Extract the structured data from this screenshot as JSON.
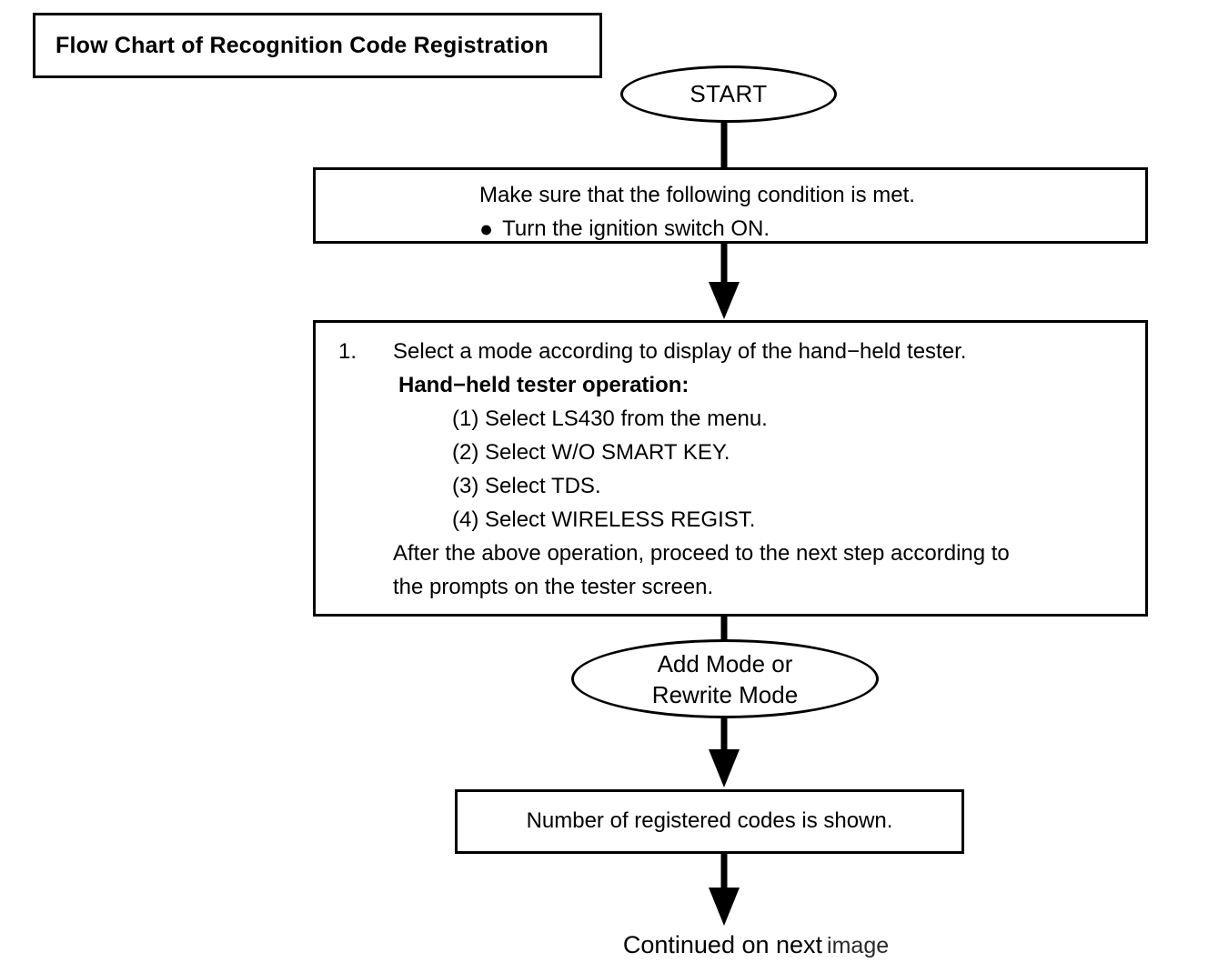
{
  "page": {
    "title": "Flow Chart of Recognition Code Registration"
  },
  "flow": {
    "start_label": "START",
    "condition_box": {
      "line1": "Make sure that the following condition is met.",
      "bullet": "●",
      "line2": "Turn the ignition switch ON."
    },
    "step_box": {
      "number": "1.",
      "instruction": "Select a mode according to display of the hand−held tester.",
      "subtitle": "Hand−held tester operation:",
      "items": [
        "(1) Select LS430 from the menu.",
        "(2) Select W/O SMART KEY.",
        "(3) Select TDS.",
        "(4) Select WIRELESS REGIST."
      ],
      "footer_line1": "After the above operation, proceed to the next step according to",
      "footer_line2": "the prompts on the tester screen."
    },
    "mode_ellipse": {
      "line1": "Add Mode or",
      "line2": "Rewrite Mode"
    },
    "result_box": {
      "label": "Number of registered codes is shown."
    },
    "continued": {
      "text": "Continued on next",
      "suffix": "image"
    }
  },
  "colors": {
    "line": "#000000",
    "background": "#ffffff"
  }
}
